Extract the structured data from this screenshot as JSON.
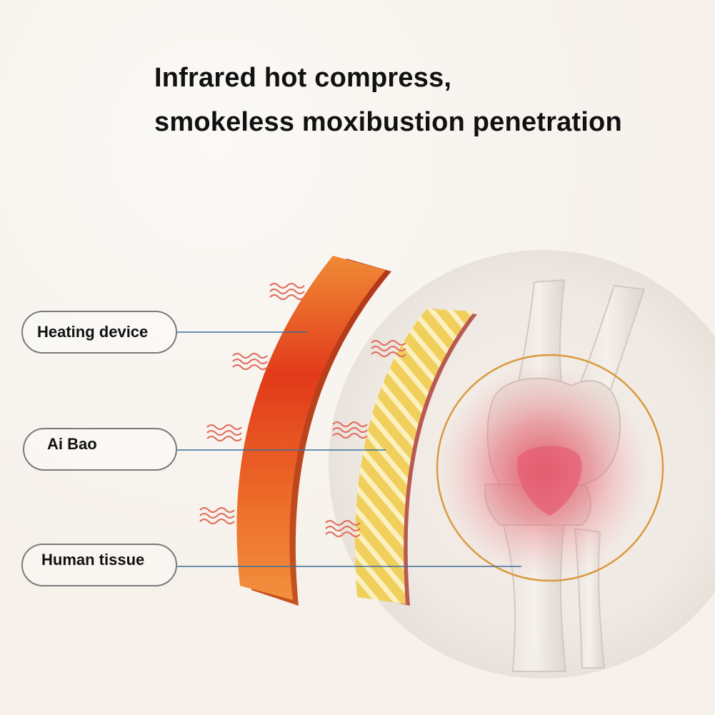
{
  "headline": {
    "line1": "Infrared hot compress,",
    "line2": "smokeless moxibustion penetration"
  },
  "labels": {
    "heating_device": "Heating device",
    "ai_bao": "Ai Bao",
    "human_tissue": "Human tissue"
  },
  "colors": {
    "heating_layer_top": "#f07a2a",
    "heating_layer_mid": "#e0401c",
    "heating_layer_bottom": "#f08a3a",
    "ai_bao_layer": "#f2d66a",
    "ai_bao_stripes": "#fbf3c8",
    "heat_waves": "#e06a5a",
    "leader_lines": "#3a6f9a",
    "focus_ring": "#d99a3c",
    "knee_glow": "#e0505f"
  }
}
